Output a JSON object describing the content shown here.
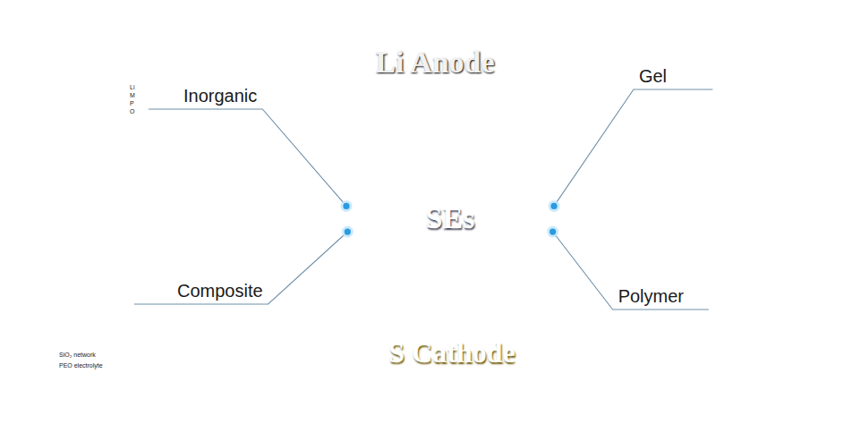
{
  "diagram": {
    "nodes": [
      {
        "text": [
          "Li Anode"
        ]
      },
      {
        "text": [
          "SEs"
        ]
      },
      {
        "text": [
          "S Cathode"
        ]
      },
      {
        "text": [
          "Inorganic"
        ]
      },
      {
        "text": [
          "Gel"
        ]
      },
      {
        "text": [
          "Composite"
        ]
      },
      {
        "text": [
          "Polymer"
        ]
      }
    ],
    "edges": [
      {
        "from": 1,
        "to": 3,
        "arrow": "none"
      },
      {
        "from": 1,
        "to": 4,
        "arrow": "none"
      },
      {
        "from": 1,
        "to": 5,
        "arrow": "none"
      },
      {
        "from": 1,
        "to": 6,
        "arrow": "none"
      }
    ],
    "labels": [
      "Li",
      "M",
      "P",
      "O",
      "SiO₂ network",
      "PEO electrolyte"
    ]
  }
}
